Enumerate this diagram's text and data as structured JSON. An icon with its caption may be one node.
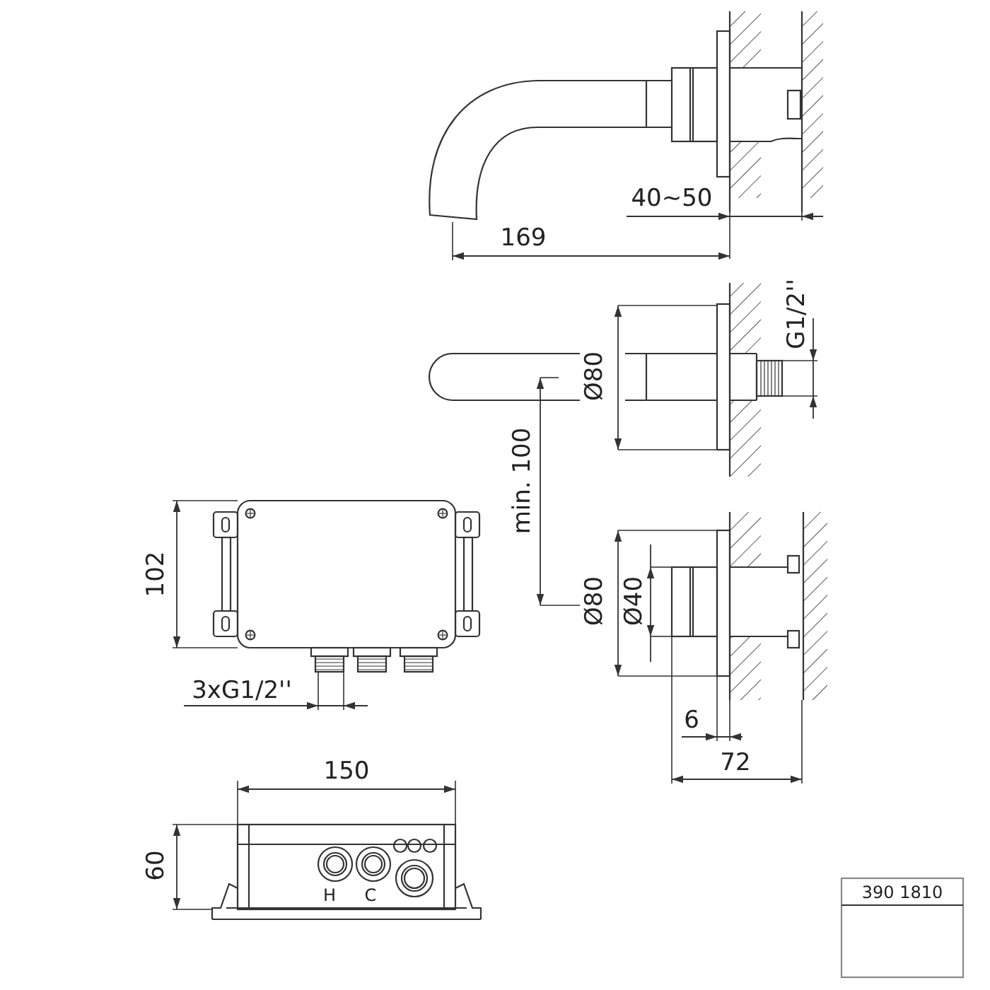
{
  "diagram": {
    "labels": [
      "40~50",
      "169",
      "G1/2''",
      "Ø80",
      "min. 100",
      "102",
      "Ø80",
      "Ø40",
      "3xG1/2''",
      "6",
      "72",
      "150",
      "60",
      "H",
      "C",
      "390 1810"
    ]
  }
}
